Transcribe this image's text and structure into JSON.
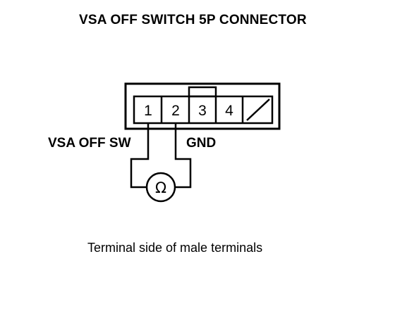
{
  "title": "VSA OFF SWITCH 5P CONNECTOR",
  "connector": {
    "terminals": [
      "1",
      "2",
      "3",
      "4"
    ]
  },
  "labels": {
    "left": "VSA OFF SW",
    "right": "GND"
  },
  "meter": {
    "symbol": "Ω"
  },
  "caption": "Terminal side of male terminals"
}
